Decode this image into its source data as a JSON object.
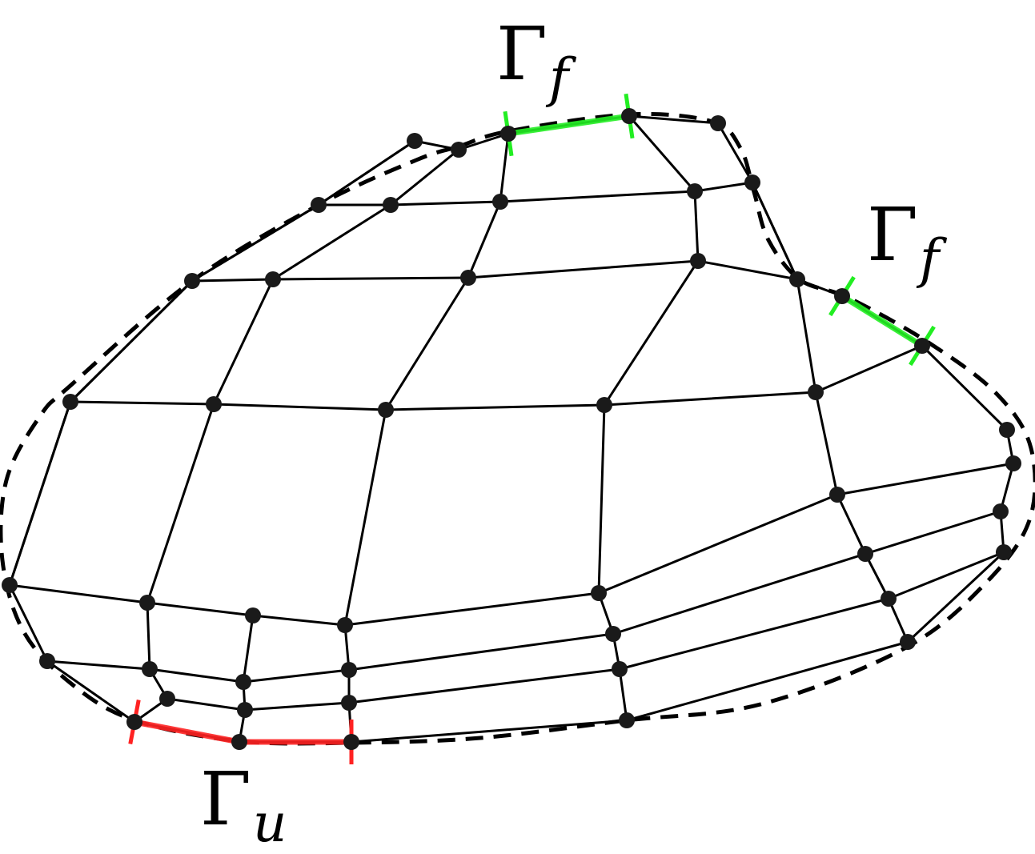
{
  "labels": {
    "gamma_f_top": {
      "symbol": "Γ",
      "subscript": "f"
    },
    "gamma_f_right": {
      "symbol": "Γ",
      "subscript": "f"
    },
    "gamma_u": {
      "symbol": "Γ",
      "subscript": "u"
    }
  },
  "colors": {
    "mesh": "#000000",
    "node": "#1a1a1a",
    "dashed_boundary": "#000000",
    "gamma_f": "#22ee22",
    "gamma_u": "#ff2222"
  }
}
